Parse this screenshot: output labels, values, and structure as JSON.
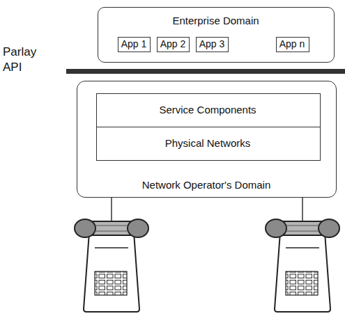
{
  "diagram": {
    "nodes": [
      {
        "text": [
          "Enterprise Domain"
        ]
      },
      {
        "text": [
          "App 1"
        ],
        "in": 0
      },
      {
        "text": [
          "App 2"
        ],
        "in": 0
      },
      {
        "text": [
          "App 3"
        ],
        "in": 0
      },
      {
        "text": [
          "App n"
        ],
        "in": 0
      },
      {
        "text": [
          "Network Operator's Domain"
        ]
      },
      {
        "text": [
          "Service Components"
        ],
        "in": 5
      },
      {
        "text": [
          "Physical Networks"
        ],
        "in": 5
      }
    ],
    "labels": [
      "Parlay API"
    ]
  }
}
